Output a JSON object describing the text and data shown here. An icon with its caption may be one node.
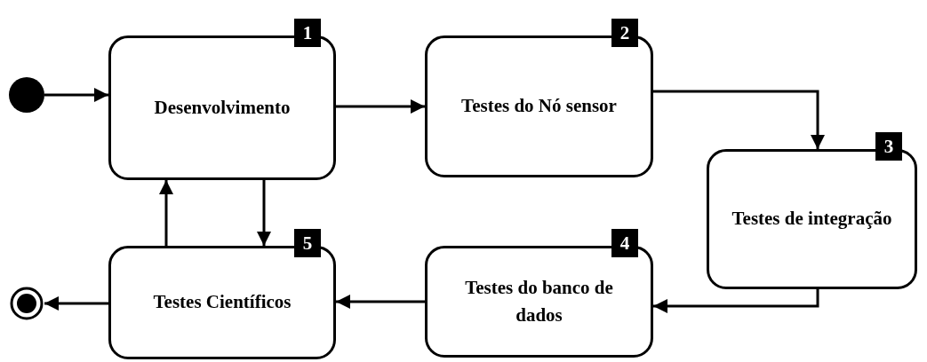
{
  "diagram": {
    "nodes": [
      {
        "text": [],
        "shape": "circle"
      },
      {
        "text": [
          "Desenvolvimento"
        ],
        "beside": [
          "1"
        ]
      },
      {
        "text": [
          "Testes do Nó sensor"
        ],
        "beside": [
          "2"
        ]
      },
      {
        "text": [
          "Testes de integração"
        ],
        "beside": [
          "3"
        ]
      },
      {
        "text": [
          "Testes do banco de dados"
        ],
        "beside": [
          "4"
        ]
      },
      {
        "text": [
          "Testes Científicos"
        ],
        "beside": [
          "5"
        ]
      },
      {
        "text": [],
        "shape": "circle"
      }
    ],
    "edges": [
      {
        "from": 0,
        "to": 1,
        "arrow": "to"
      },
      {
        "from": 1,
        "to": 2,
        "arrow": "to"
      },
      {
        "from": 2,
        "to": 3,
        "arrow": "to"
      },
      {
        "from": 3,
        "to": 4,
        "arrow": "to"
      },
      {
        "from": 4,
        "to": 5,
        "arrow": "to"
      },
      {
        "from": 5,
        "to": 6,
        "arrow": "to"
      },
      {
        "from": 1,
        "to": 5,
        "arrow": "to"
      },
      {
        "from": 5,
        "to": 1,
        "arrow": "to"
      }
    ]
  }
}
